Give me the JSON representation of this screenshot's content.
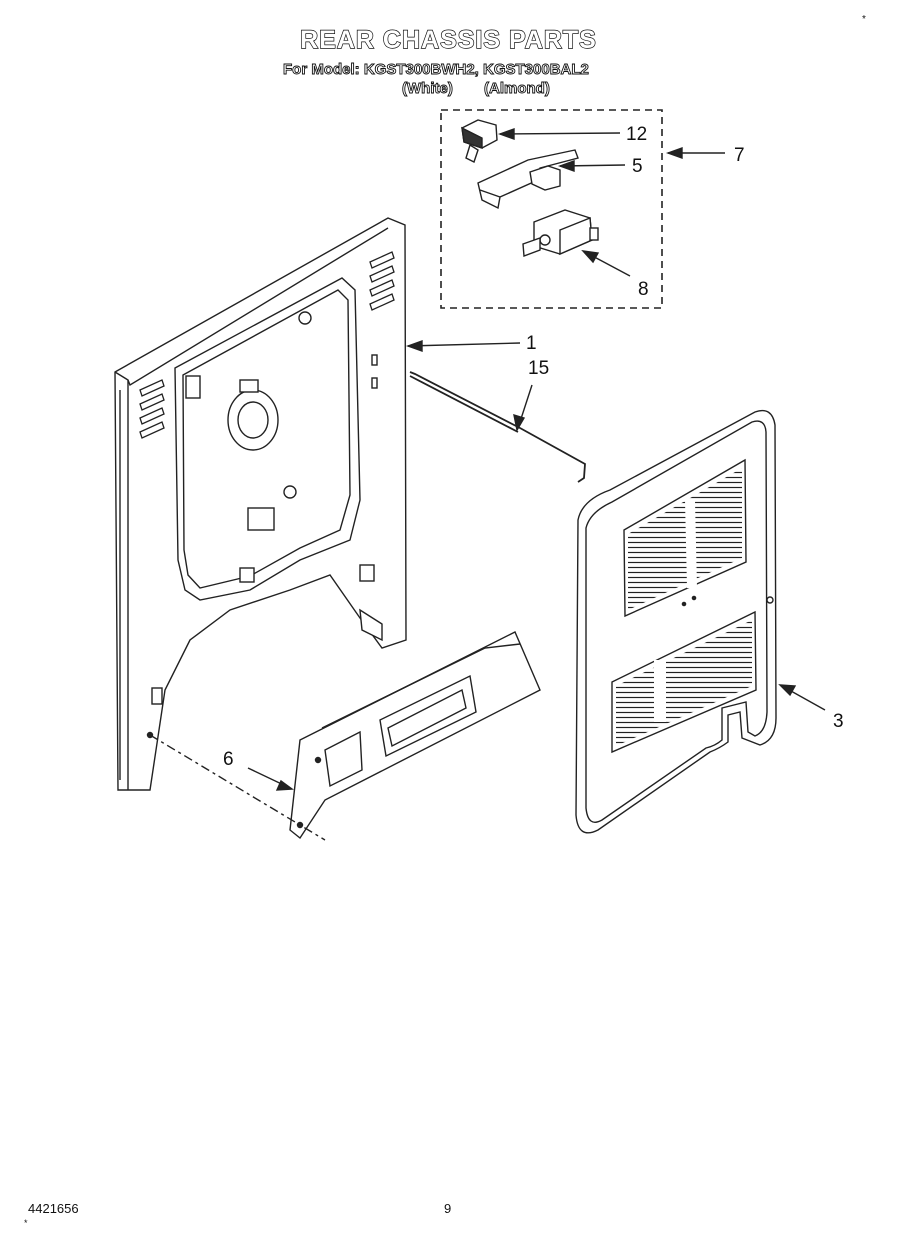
{
  "header": {
    "title": "REAR CHASSIS PARTS",
    "models_line": "For Model: KGST300BWH2, KGST300BAL2",
    "variant_white": "(White)",
    "variant_almond": "(Almond)"
  },
  "callouts": {
    "c1": "1",
    "c3": "3",
    "c5": "5",
    "c6": "6",
    "c7": "7",
    "c8": "8",
    "c12": "12",
    "c15": "15"
  },
  "footer": {
    "doc_number": "4421656",
    "page_number": "9",
    "corner_mark": "*",
    "bottom_mark": "*"
  }
}
